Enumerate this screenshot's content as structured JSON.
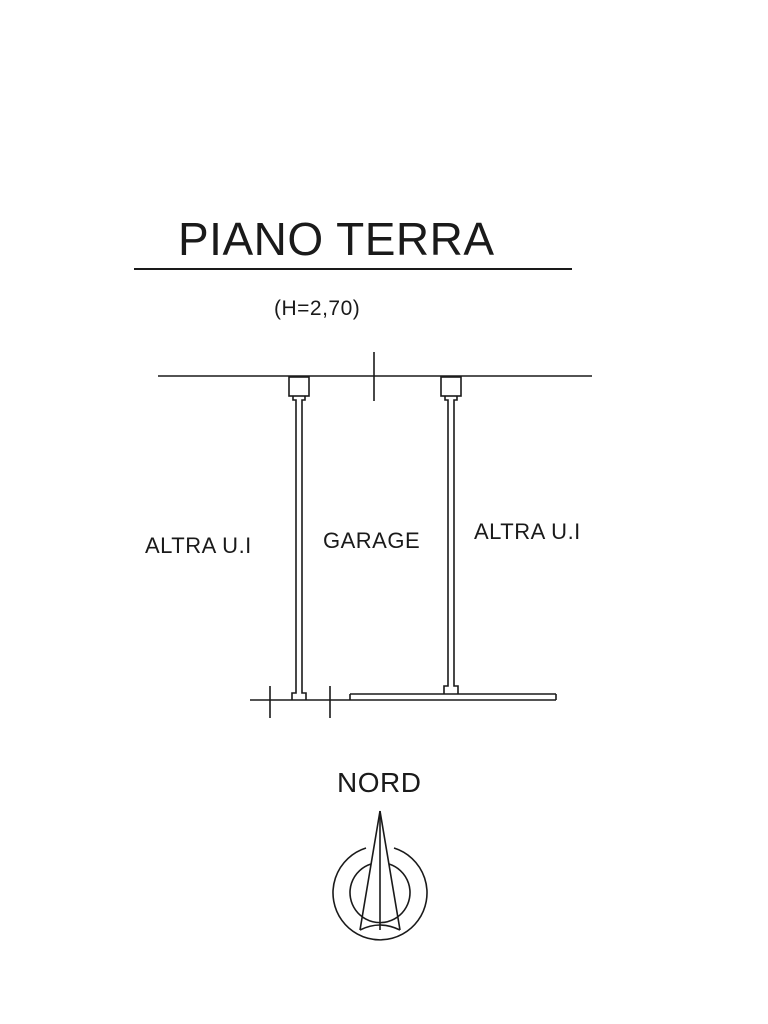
{
  "plan": {
    "title": "PIANO TERRA",
    "height_note": "(H=2,70)",
    "rooms": {
      "left": "ALTRA U.I",
      "center": "GARAGE",
      "right": "ALTRA U.I"
    },
    "north_label": "NORD"
  },
  "colors": {
    "ink": "#1a1a1a",
    "background": "#ffffff"
  }
}
